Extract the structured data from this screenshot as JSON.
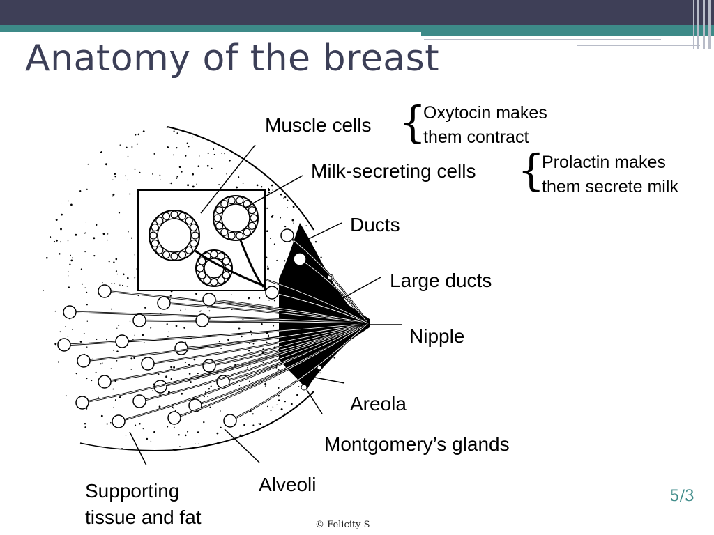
{
  "slide": {
    "title": "Anatomy of the breast",
    "page_number": "5/3",
    "credit": "© Felicity S"
  },
  "labels": {
    "muscle_cells": "Muscle cells",
    "muscle_note": [
      "Oxytocin makes",
      "them contract"
    ],
    "milk_cells": "Milk-secreting cells",
    "milk_note": [
      "Prolactin makes",
      "them secrete milk"
    ],
    "ducts": "Ducts",
    "large_ducts": "Large ducts",
    "nipple": "Nipple",
    "areola": "Areola",
    "montgomery": "Montgomery’s glands",
    "alveoli": "Alveoli",
    "supporting": [
      "Supporting",
      "tissue and fat"
    ]
  },
  "colors": {
    "header_dark": "#3e3f57",
    "header_teal": "#3d8a88",
    "title_text": "#3c3f57"
  }
}
